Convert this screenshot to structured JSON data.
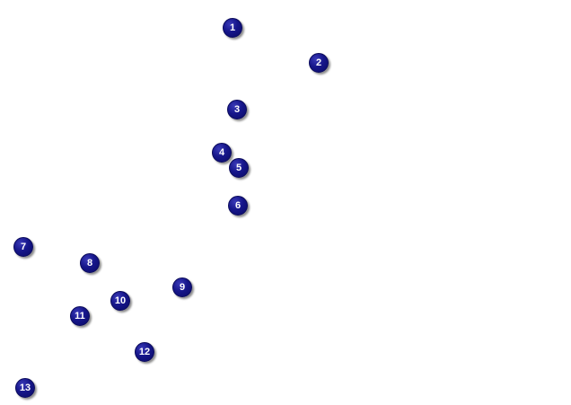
{
  "markers": [
    {
      "label": "1"
    },
    {
      "label": "2"
    },
    {
      "label": "3"
    },
    {
      "label": "4"
    },
    {
      "label": "5"
    },
    {
      "label": "6"
    },
    {
      "label": "7"
    },
    {
      "label": "8"
    },
    {
      "label": "9"
    },
    {
      "label": "10"
    },
    {
      "label": "11"
    },
    {
      "label": "12"
    },
    {
      "label": "13"
    }
  ],
  "colors": {
    "marker_fill": "#16168a",
    "marker_text": "#ffffff",
    "background": "#ffffff"
  }
}
